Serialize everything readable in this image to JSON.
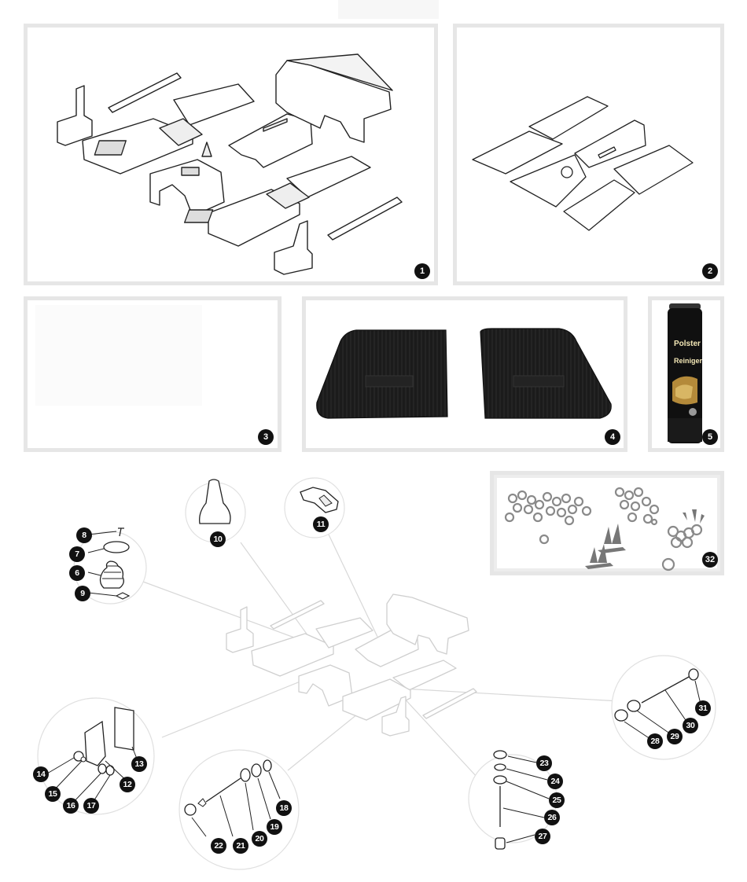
{
  "panels": [
    {
      "id": "panel-1",
      "number": "1"
    },
    {
      "id": "panel-2",
      "number": "2"
    },
    {
      "id": "panel-3",
      "number": "3"
    },
    {
      "id": "panel-4",
      "number": "4"
    },
    {
      "id": "panel-5",
      "number": "5"
    },
    {
      "id": "panel-32",
      "number": "32"
    }
  ],
  "can": {
    "line1": "Polster",
    "line2": "Reiniger"
  },
  "callouts": {
    "c6": "6",
    "c7": "7",
    "c8": "8",
    "c9": "9",
    "c10": "10",
    "c11": "11",
    "c12": "12",
    "c13": "13",
    "c14": "14",
    "c15": "15",
    "c16": "16",
    "c17": "17",
    "c18": "18",
    "c19": "19",
    "c20": "20",
    "c21": "21",
    "c22": "22",
    "c23": "23",
    "c24": "24",
    "c25": "25",
    "c26": "26",
    "c27": "27",
    "c28": "28",
    "c29": "29",
    "c30": "30",
    "c31": "31"
  },
  "colors": {
    "panel_border": "#e6e6e6",
    "badge": "#111111",
    "line_art": "#222222",
    "ghost_art": "#cfcfcf",
    "leader": "#d8d8d8"
  }
}
